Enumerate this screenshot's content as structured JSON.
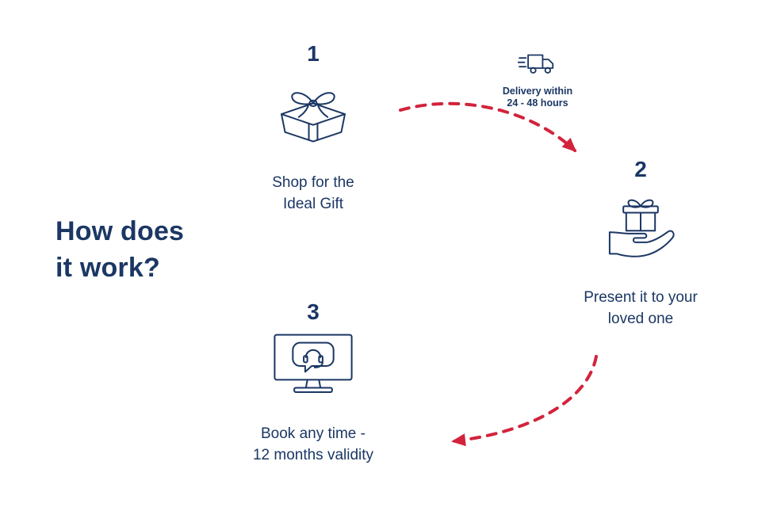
{
  "colors": {
    "navy": "#1b3764",
    "red": "#d2233c",
    "background": "#ffffff"
  },
  "heading": {
    "line1": "How does",
    "line2": "it work?"
  },
  "steps": [
    {
      "number": "1",
      "label_line1": "Shop for the",
      "label_line2": "Ideal Gift",
      "icon": "gift-box-icon"
    },
    {
      "number": "2",
      "label_line1": "Present it to your",
      "label_line2": "loved one",
      "icon": "hand-holding-gift-icon"
    },
    {
      "number": "3",
      "label_line1": "Book any time -",
      "label_line2": "12 months validity",
      "icon": "support-monitor-icon"
    }
  ],
  "delivery_badge": {
    "icon": "delivery-truck-icon",
    "line1": "Delivery within",
    "line2": "24 - 48 hours"
  }
}
